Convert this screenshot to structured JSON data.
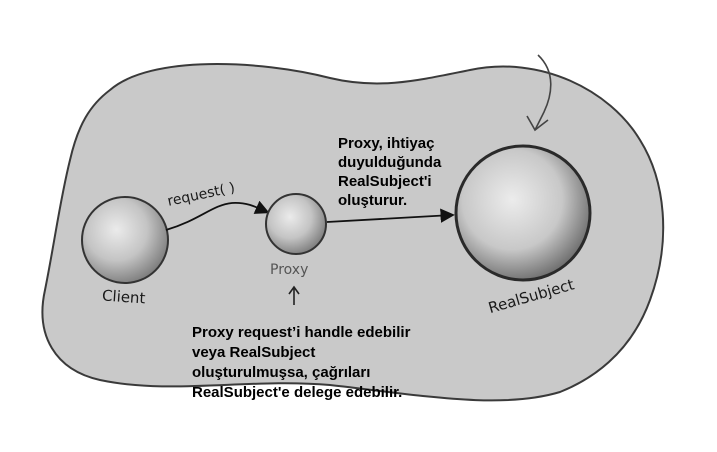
{
  "diagram": {
    "nodes": {
      "client": {
        "label": "Client"
      },
      "proxy": {
        "label": "Proxy"
      },
      "real_subject": {
        "label": "RealSubject"
      }
    },
    "edges": {
      "client_to_proxy": {
        "label": "request( )"
      }
    },
    "annotations": {
      "proxy_creates": [
        "Proxy, ihtiyaç",
        "duyulduğunda",
        "RealSubject'i",
        "oluşturur."
      ],
      "proxy_handles": [
        "Proxy request’i handle edebilir",
        "veya RealSubject",
        "oluşturulmuşsa, çağrıları",
        "RealSubject'e delege edebilir."
      ]
    },
    "colors": {
      "blob_fill": "#c9c9c9",
      "outline": "#3a3a3a",
      "sphere_light": "#e6e6e6",
      "sphere_dark": "#8a8a8a"
    }
  }
}
